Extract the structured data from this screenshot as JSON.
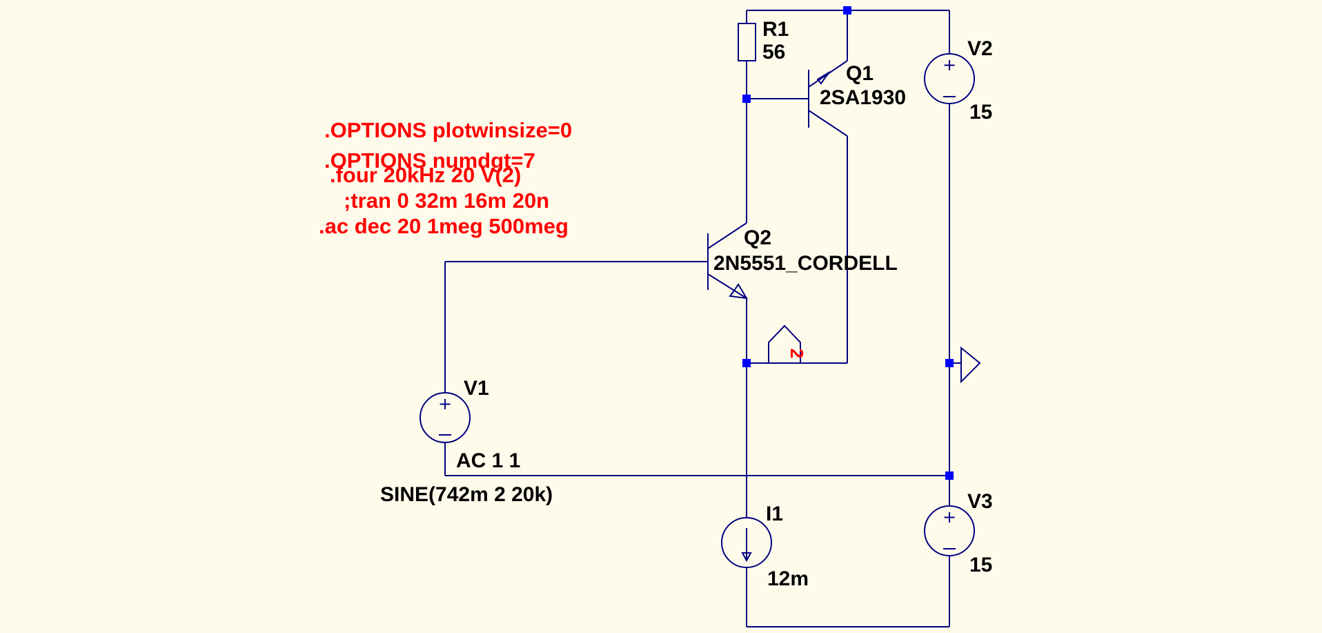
{
  "components": {
    "r1": {
      "ref": "R1",
      "value": "56"
    },
    "q1": {
      "ref": "Q1",
      "model": "2SA1930"
    },
    "q2": {
      "ref": "Q2",
      "model": "2N5551_CORDELL"
    },
    "v1": {
      "ref": "V1",
      "ac": "AC 1 1",
      "source": "SINE(742m 2 20k)"
    },
    "v2": {
      "ref": "V2",
      "value": "15"
    },
    "v3": {
      "ref": "V3",
      "value": "15"
    },
    "i1": {
      "ref": "I1",
      "value": "12m"
    }
  },
  "net_label": {
    "name": "2"
  },
  "directives": [
    ".OPTIONS plotwinsize=0",
    ".OPTIONS numdgt=7",
    ".four 20kHz 20 V(2)",
    ";tran 0 32m 16m 20n",
    ".ac dec 20 1meg 500meg"
  ],
  "colors": {
    "background": "#fffbeb",
    "wire": "#000080",
    "junction": "#0000ff",
    "directive": "#ff0000",
    "label": "#000000"
  }
}
